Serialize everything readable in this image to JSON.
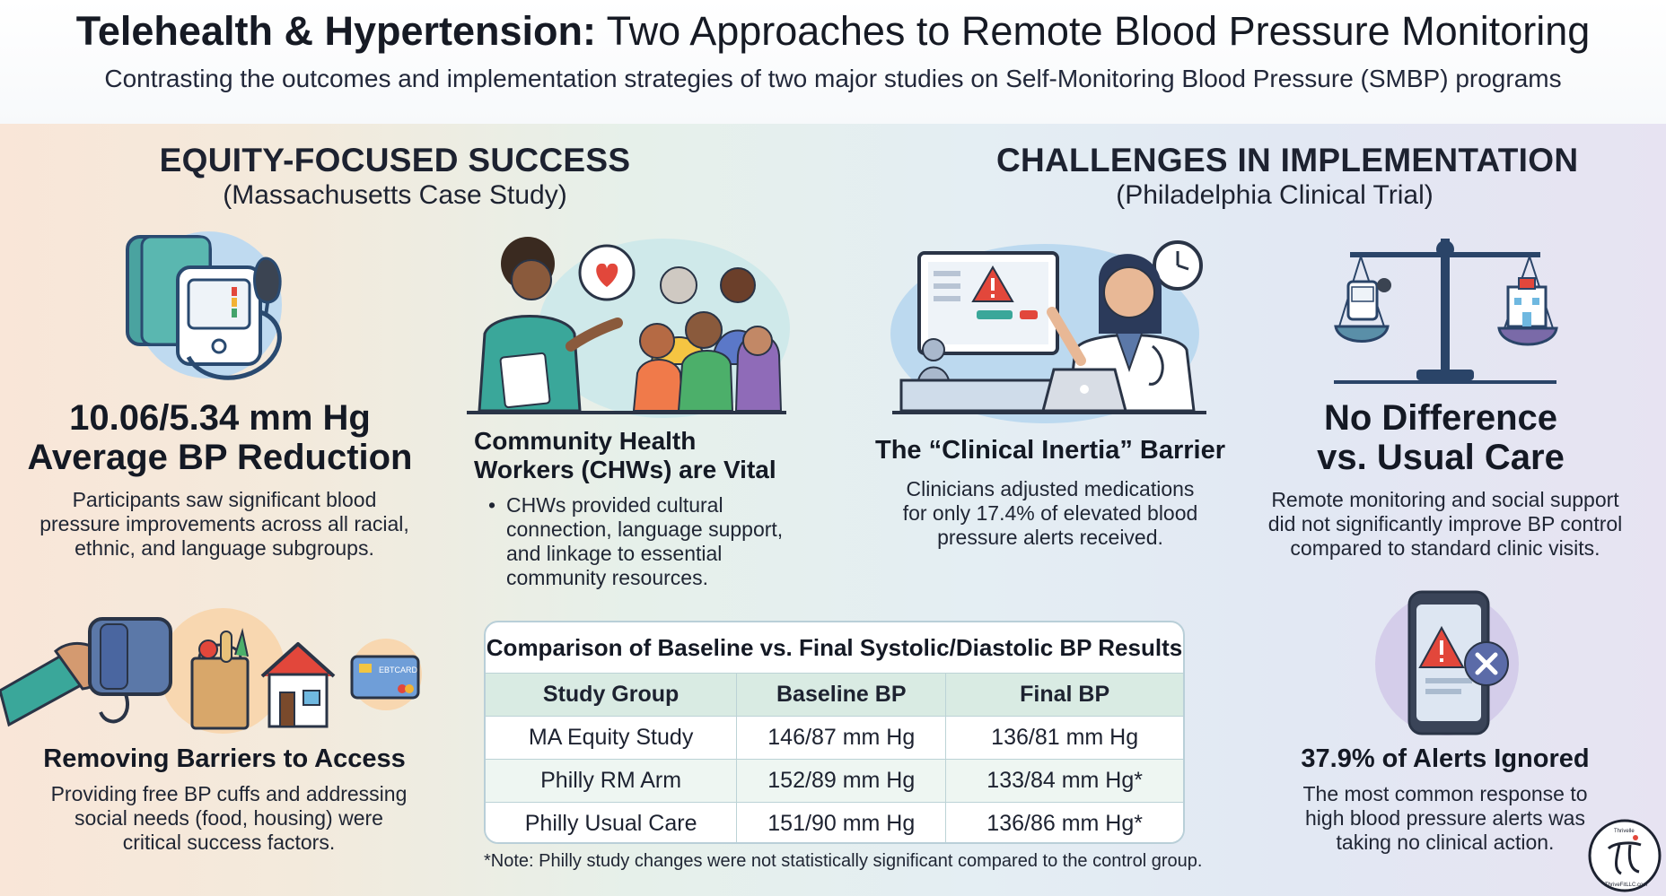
{
  "header": {
    "title_bold": "Telehealth & Hypertension:",
    "title_rest": " Two Approaches to Remote Blood Pressure Monitoring",
    "subtitle": "Contrasting the outcomes and implementation strategies of two major studies on Self-Monitoring Blood Pressure (SMBP) programs"
  },
  "left": {
    "heading": "EQUITY-FOCUSED SUCCESS",
    "subheading": "(Massachusetts Case Study)",
    "stat_line1": "10.06/5.34 mm Hg",
    "stat_line2": "Average BP Reduction",
    "stat_desc": "Participants saw significant blood pressure improvements across all racial, ethnic, and language subgroups.",
    "chw_title_line1": "Community Health",
    "chw_title_line2": "Workers (CHWs) are Vital",
    "chw_bullet": "CHWs provided cultural connection, language support, and linkage to essential community resources.",
    "barriers_title": "Removing Barriers to Access",
    "barriers_desc": "Providing free BP cuffs and addressing social needs (food, housing) were critical success factors.",
    "card_label": "EBTCARD"
  },
  "right": {
    "heading": "CHALLENGES IN IMPLEMENTATION",
    "subheading": "(Philadelphia Clinical Trial)",
    "inertia_title": "The “Clinical Inertia” Barrier",
    "inertia_desc": "Clinicians adjusted medications for only 17.4% of elevated blood pressure alerts received.",
    "nodiff_line1": "No Difference",
    "nodiff_line2": "vs. Usual Care",
    "nodiff_desc": "Remote monitoring and social support did not significantly improve BP control compared to standard clinic visits.",
    "ignored_title": "37.9% of Alerts Ignored",
    "ignored_desc": "The most common response to high blood pressure alerts was taking no clinical action."
  },
  "table": {
    "title": "Comparison of Baseline vs. Final Systolic/Diastolic BP Results",
    "headers": [
      "Study Group",
      "Baseline BP",
      "Final BP"
    ],
    "rows": [
      [
        "MA Equity Study",
        "146/87 mm Hg",
        "136/81 mm Hg"
      ],
      [
        "Philly RM Arm",
        "152/89 mm Hg",
        "133/84 mm Hg*"
      ],
      [
        "Philly Usual Care",
        "151/90 mm Hg",
        "136/86 mm Hg*"
      ]
    ],
    "note": "*Note: Philly study changes were not statistically significant compared to the control group."
  },
  "logo": {
    "top_text": "Thrivelle",
    "side_text": "ThriveFitLLC.com"
  },
  "icons": {
    "bp_monitor": "blood-pressure-monitor-icon",
    "community": "community-health-workers-icon",
    "barriers": "bp-cuff-food-house-card-icon",
    "clinician": "clinician-alert-screen-icon",
    "scale": "balance-scale-icon",
    "phone_alert": "phone-alert-ignored-icon"
  },
  "colors": {
    "accent_blue": "#5b78a8",
    "teal": "#3aa79a",
    "alert_red": "#e2473b",
    "table_header": "#d9ebe3"
  }
}
